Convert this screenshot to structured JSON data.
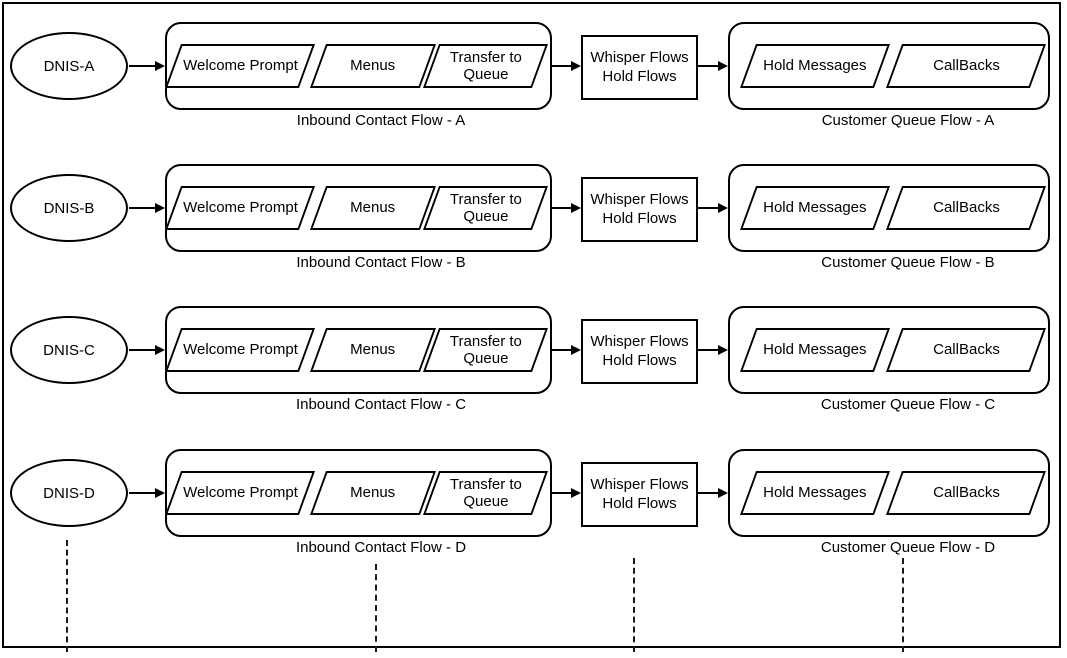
{
  "diagram": {
    "colors": {
      "stroke": "#000000",
      "background": "#ffffff"
    },
    "shape_labels": {
      "welcome": "Welcome Prompt",
      "menus": "Menus",
      "transfer": "Transfer to Queue",
      "whisper_line1": "Whisper Flows",
      "whisper_line2": "Hold Flows",
      "hold_messages": "Hold Messages",
      "callbacks": "CallBacks"
    },
    "rows": [
      {
        "id": "A",
        "dnis": "DNIS-A",
        "inbound_label": "Inbound Contact Flow - A",
        "queue_label": "Customer Queue Flow - A"
      },
      {
        "id": "B",
        "dnis": "DNIS-B",
        "inbound_label": "Inbound Contact Flow - B",
        "queue_label": "Customer Queue Flow - B"
      },
      {
        "id": "C",
        "dnis": "DNIS-C",
        "inbound_label": "Inbound Contact Flow - C",
        "queue_label": "Customer Queue Flow - C"
      },
      {
        "id": "D",
        "dnis": "DNIS-D",
        "inbound_label": "Inbound Contact Flow - D",
        "queue_label": "Customer Queue Flow - D"
      }
    ]
  }
}
